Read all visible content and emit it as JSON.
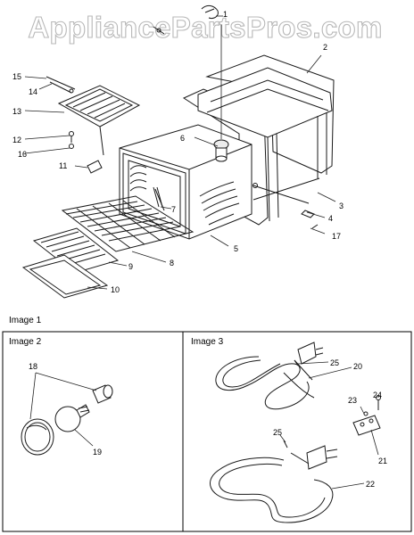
{
  "watermark": "AppliancePartsPros.com",
  "panels": {
    "image1": "Image 1",
    "image2": "Image 2",
    "image3": "Image 3"
  },
  "callouts": {
    "c1": "1",
    "c2": "2",
    "c3": "3",
    "c4": "4",
    "c5": "5",
    "c6": "6",
    "c7": "7",
    "c8": "8",
    "c9": "9",
    "c10": "10",
    "c11": "11",
    "c12": "12",
    "c13": "13",
    "c14": "14",
    "c15": "15",
    "c16": "16",
    "c17": "17",
    "c18": "18",
    "c19": "19",
    "c20": "20",
    "c21": "21",
    "c22": "22",
    "c23": "23",
    "c24": "24",
    "c25a": "25",
    "c25b": "25"
  }
}
